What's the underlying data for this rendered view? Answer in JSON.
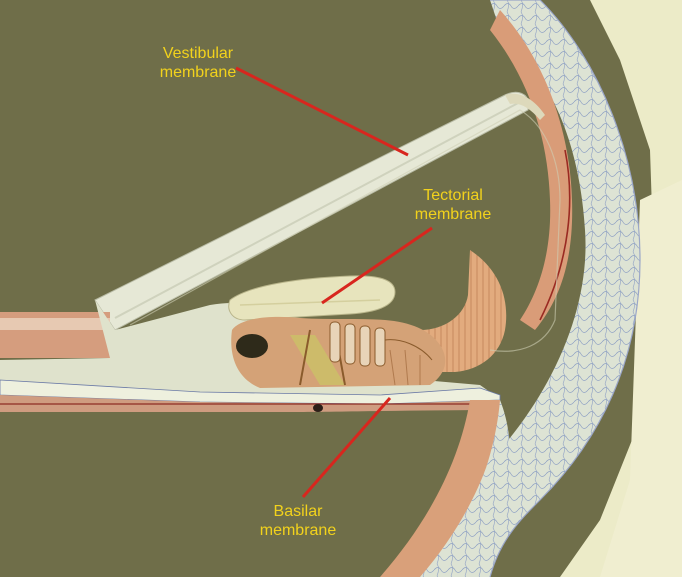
{
  "labels": {
    "vestibular": {
      "line1": "Vestibular",
      "line2": "membrane"
    },
    "tectorial": {
      "line1": "Tectorial",
      "line2": "membrane"
    },
    "basilar": {
      "line1": "Basilar",
      "line2": "membrane"
    }
  },
  "colors": {
    "background": "#6e6c48",
    "label_text": "#f2d21c",
    "pointer_line": "#d8261e",
    "membrane": "#e8ead8",
    "tissue": "#d9a27c",
    "bone": "#dfe2cc"
  }
}
